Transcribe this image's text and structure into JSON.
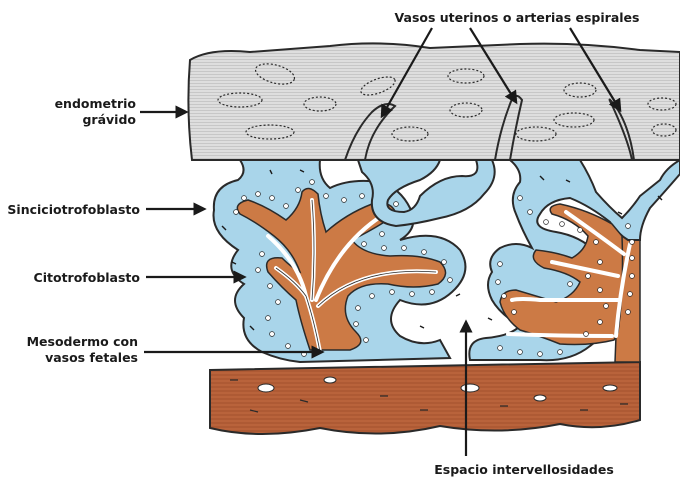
{
  "labels": {
    "vasos": "Vasos uterinos o arterias espirales",
    "endometrio_1": "endometrio",
    "endometrio_2": "grávido",
    "sincicio": "Sinciciotrofoblasto",
    "citotrofo": "Citotrofoblasto",
    "mesodermo_1": "Mesodermo con",
    "mesodermo_2": "vasos fetales",
    "espacio": "Espacio intervellosidades"
  },
  "colors": {
    "endometrium": "#dcdcdc",
    "syncytiotrophoblast": "#a9d5ea",
    "mesoderm": "#cc7a45",
    "basal_plate": "#b5603a",
    "outline": "#2a2a2a"
  }
}
